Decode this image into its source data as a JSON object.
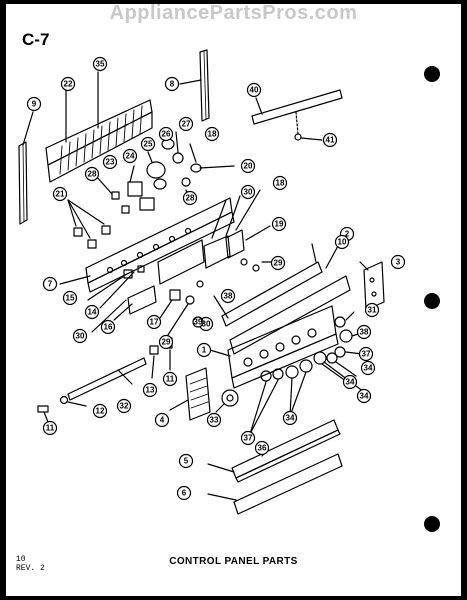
{
  "watermark": "AppliancePartsPros.com",
  "page_code": "C-7",
  "title": "CONTROL PANEL PARTS",
  "footer": {
    "page": "10",
    "revision": "REV. 2"
  },
  "callouts": [
    "1",
    "2",
    "3",
    "4",
    "5",
    "6",
    "7",
    "8",
    "9",
    "10",
    "11",
    "11",
    "12",
    "13",
    "14",
    "15",
    "16",
    "17",
    "18",
    "19",
    "20",
    "21",
    "22",
    "23",
    "24",
    "25",
    "26",
    "27",
    "28",
    "28",
    "29",
    "29",
    "30",
    "30",
    "30",
    "31",
    "32",
    "33",
    "34",
    "34",
    "34",
    "35",
    "36",
    "37",
    "37",
    "38",
    "38",
    "39",
    "40",
    "41"
  ]
}
